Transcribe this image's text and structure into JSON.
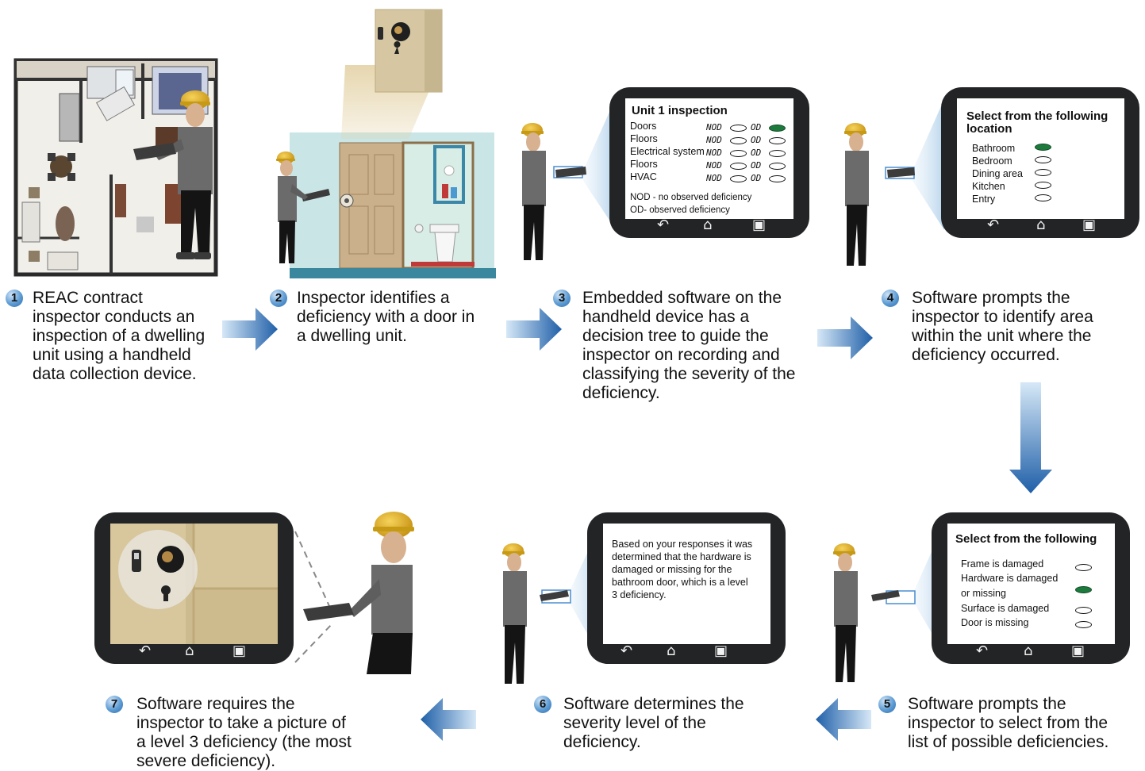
{
  "steps": [
    {
      "num": "1",
      "lines": [
        "REAC contract",
        "inspector conducts an",
        "inspection of a dwelling",
        "unit using a handheld",
        "data collection device."
      ]
    },
    {
      "num": "2",
      "lines": [
        "Inspector identifies a",
        "deficiency with a door in",
        "a dwelling unit."
      ]
    },
    {
      "num": "3",
      "lines": [
        "Embedded software on the",
        "handheld device has a",
        "decision tree to guide the",
        "inspector on recording and",
        "classifying the severity of the",
        "deficiency."
      ]
    },
    {
      "num": "4",
      "lines": [
        "Software prompts the",
        "inspector to identify area",
        "within the unit where the",
        "deficiency occurred."
      ]
    },
    {
      "num": "5",
      "lines": [
        "Software prompts the",
        "inspector to select from the",
        "list of possible deficiencies."
      ]
    },
    {
      "num": "6",
      "lines": [
        "Software determines the",
        "severity level of the",
        "deficiency."
      ]
    },
    {
      "num": "7",
      "lines": [
        "Software requires the",
        "inspector to take a picture of",
        "a level 3 deficiency (the most",
        "severe deficiency)."
      ]
    }
  ],
  "screen3": {
    "title": "Unit 1 inspection",
    "rows": [
      {
        "label": "Doors",
        "nod": "NOD",
        "od": "OD",
        "nod_on": false,
        "od_on": true
      },
      {
        "label": "Floors",
        "nod": "NOD",
        "od": "OD",
        "nod_on": false,
        "od_on": false
      },
      {
        "label": "Electrical system",
        "nod": "NOD",
        "od": "OD",
        "nod_on": false,
        "od_on": false
      },
      {
        "label": "Floors",
        "nod": "NOD",
        "od": "OD",
        "nod_on": false,
        "od_on": false
      },
      {
        "label": "HVAC",
        "nod": "NOD",
        "od": "OD",
        "nod_on": false,
        "od_on": false
      }
    ],
    "note1": "NOD - no observed deficiency",
    "note2": "OD- observed deficiency"
  },
  "screen4": {
    "title_line1": "Select from the following",
    "title_line2": "location",
    "options": [
      {
        "label": "Bathroom",
        "selected": true
      },
      {
        "label": "Bedroom",
        "selected": false
      },
      {
        "label": "Dining area",
        "selected": false
      },
      {
        "label": "Kitchen",
        "selected": false
      },
      {
        "label": "Entry",
        "selected": false
      }
    ]
  },
  "screen5": {
    "title": "Select from the following",
    "options": [
      {
        "label": "Frame is damaged",
        "selected": false
      },
      {
        "label": "Hardware is damaged",
        "label2": "or missing",
        "selected": true
      },
      {
        "label": "Surface is damaged",
        "selected": false
      },
      {
        "label": "Door is missing",
        "selected": false
      }
    ]
  },
  "screen6": {
    "lines": [
      "Based on your responses it was",
      "determined that the hardware is",
      "damaged or missing for the",
      "bathroom door, which is a level",
      "3 deficiency."
    ]
  },
  "nav_icons": [
    "back-icon",
    "home-icon",
    "recent-apps-icon"
  ],
  "colors": {
    "arrow_dark": "#1f5fa8",
    "arrow_light": "#d6e8f7",
    "tablet_body": "#232426",
    "helmet": "#e3b020",
    "shirt": "#6b6b6b",
    "selected_radio": "#1d7a3d"
  }
}
